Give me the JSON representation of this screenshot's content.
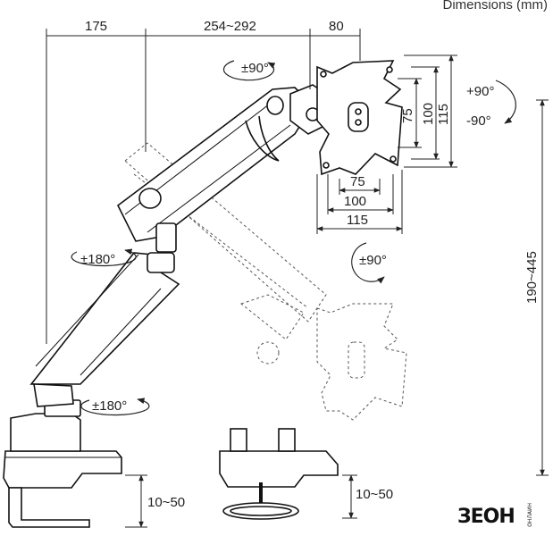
{
  "header": {
    "title": "Dimensions (mm)"
  },
  "dimensions": {
    "top_a": "175",
    "top_b": "254~292",
    "top_c": "80",
    "plate_v_75": "75",
    "plate_v_100": "100",
    "plate_v_115": "115",
    "plate_h_75": "75",
    "plate_h_100": "100",
    "plate_h_115": "115",
    "height_range": "190~445",
    "clamp_left": "10~50",
    "clamp_right": "10~50"
  },
  "rotations": {
    "head_swivel": "±90°",
    "tilt_up": "+90°",
    "tilt_down": "-90°",
    "plate_rotate": "±90°",
    "elbow_swivel": "±180°",
    "base_swivel": "±180°"
  },
  "brand": {
    "logo_text": "ЗЕОН",
    "logo_sub": "ОНЛАЙН"
  }
}
